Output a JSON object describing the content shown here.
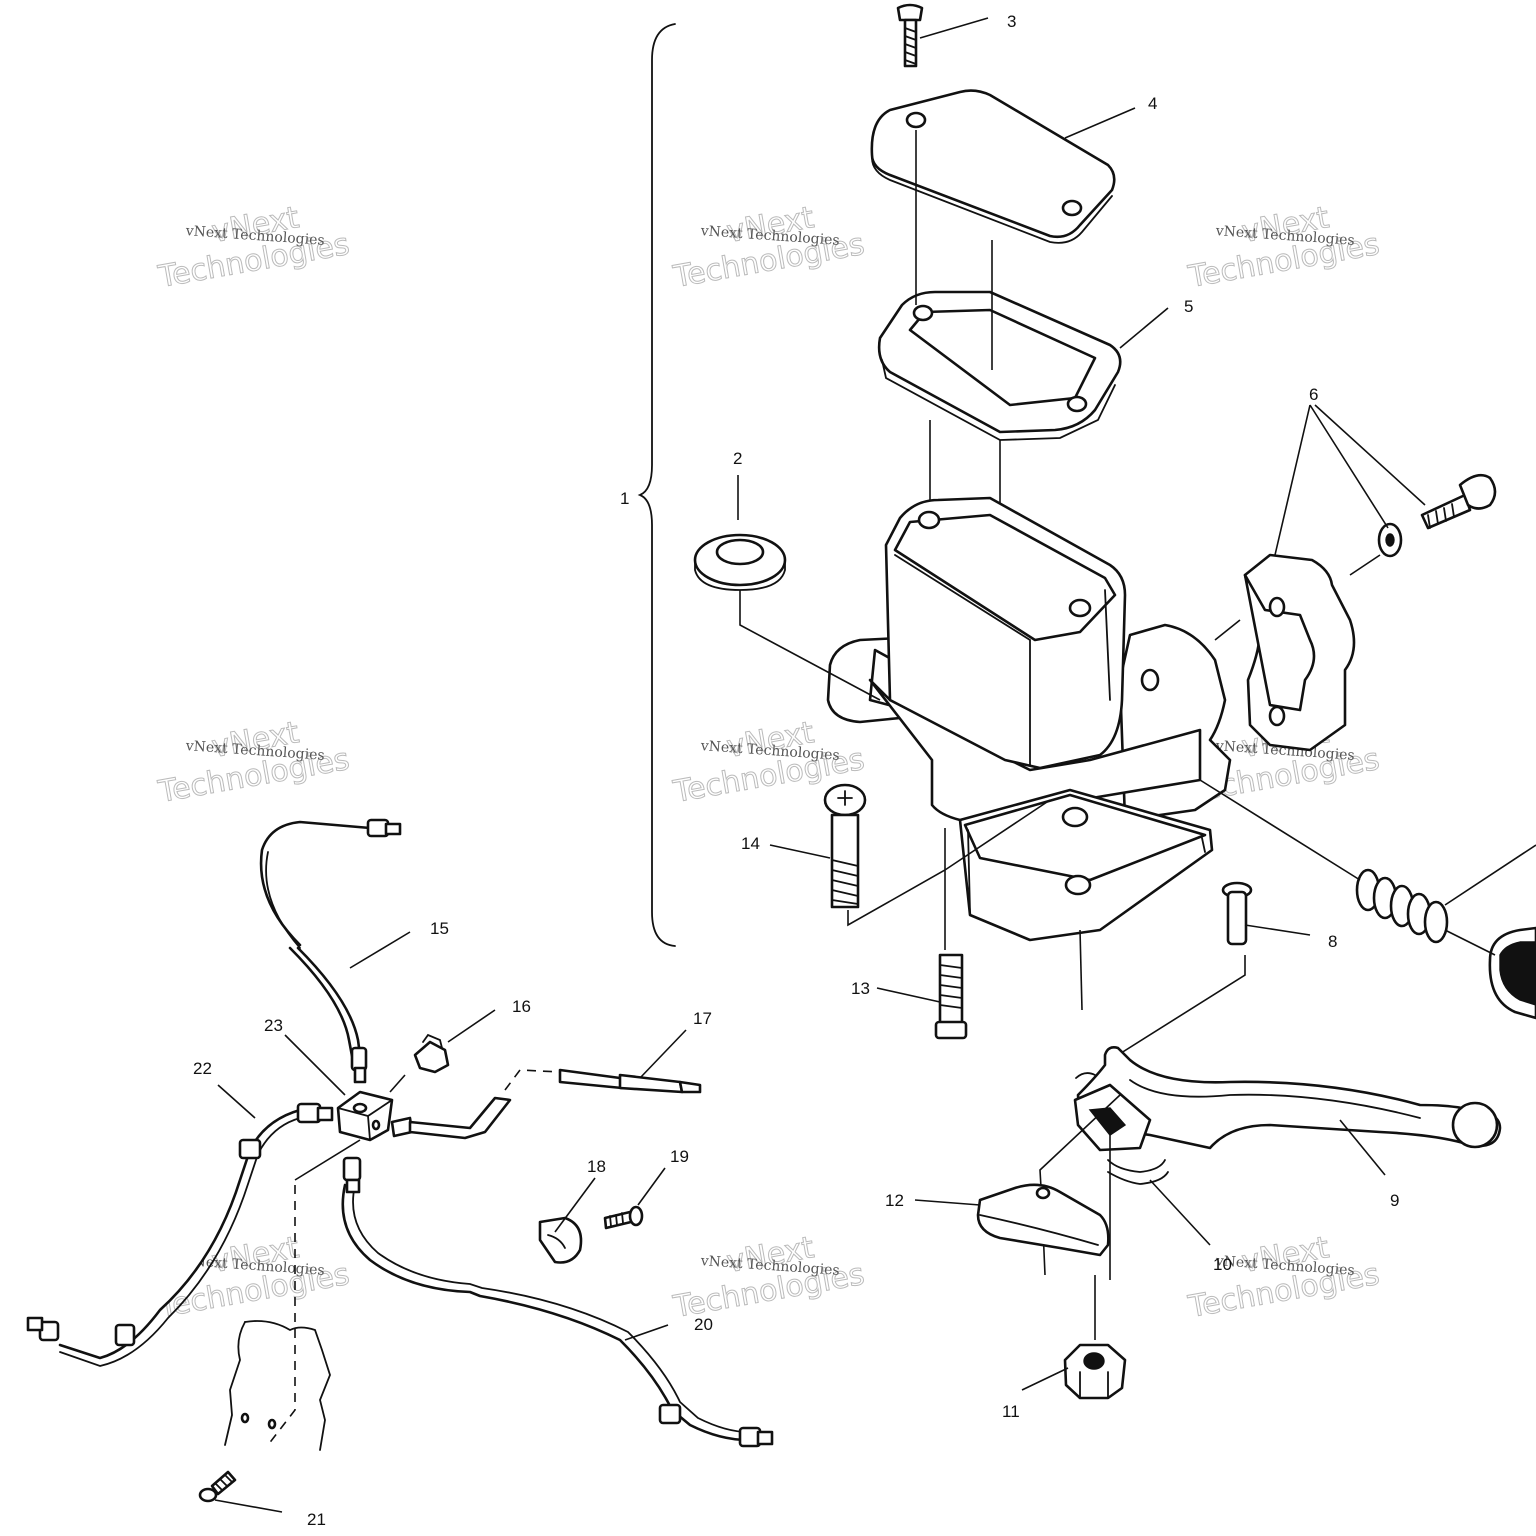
{
  "watermark": {
    "line1": "vNext Technologies",
    "line2a": "vNext",
    "line2b": "Technologies"
  },
  "callouts": [
    "1",
    "2",
    "3",
    "4",
    "5",
    "6",
    "8",
    "9",
    "10",
    "11",
    "12",
    "13",
    "14",
    "15",
    "16",
    "17",
    "18",
    "19",
    "20",
    "21",
    "22",
    "23"
  ]
}
